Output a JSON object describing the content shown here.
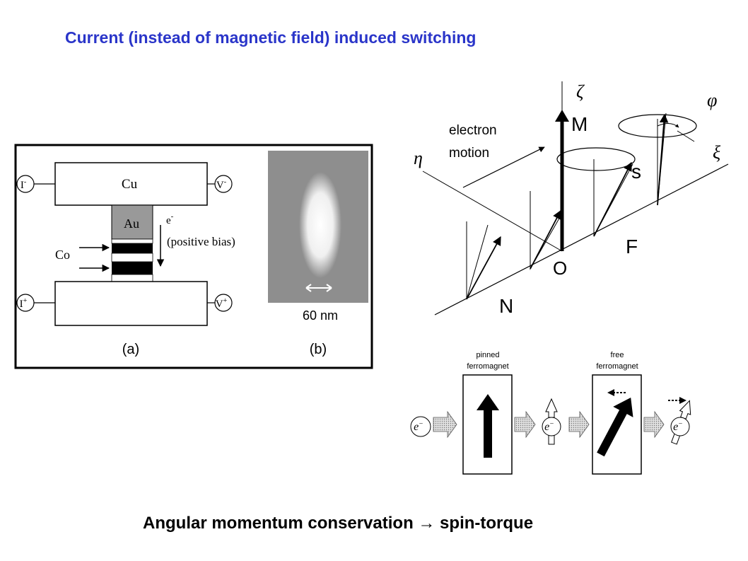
{
  "title": "Current (instead of magnetic field) induced switching",
  "caption": "Angular momentum conservation → spin-torque",
  "device": {
    "top_electrode": "Cu",
    "cap_layer": "Au",
    "ferro_layer": "Co",
    "terminal_i_minus": "I",
    "terminal_i_minus_sup": "-",
    "terminal_i_plus": "I",
    "terminal_i_plus_sup": "+",
    "terminal_v_minus": "V",
    "terminal_v_minus_sup": "-",
    "terminal_v_plus": "V",
    "terminal_v_plus_sup": "+",
    "electron": "e",
    "electron_sup": "-",
    "bias_label": "(positive bias)",
    "panel_a": "(a)",
    "panel_b": "(b)",
    "scale_label": "60 nm"
  },
  "precession": {
    "zeta": "ζ",
    "phi": "φ",
    "eta": "η",
    "xi": "ξ",
    "magnetization": "M",
    "spin": "s",
    "electron_motion_1": "electron",
    "electron_motion_2": "motion",
    "origin": "O",
    "ferromagnet": "F",
    "normal_metal": "N"
  },
  "spin_torque": {
    "pinned_1": "pinned",
    "pinned_2": "ferromagnet",
    "free_1": "free",
    "free_2": "ferromagnet",
    "electron": "e",
    "electron_sup": "−"
  },
  "colors": {
    "title": "#2a35c9",
    "au_layer": "#999999",
    "stm_background": "#8e8e8e"
  }
}
